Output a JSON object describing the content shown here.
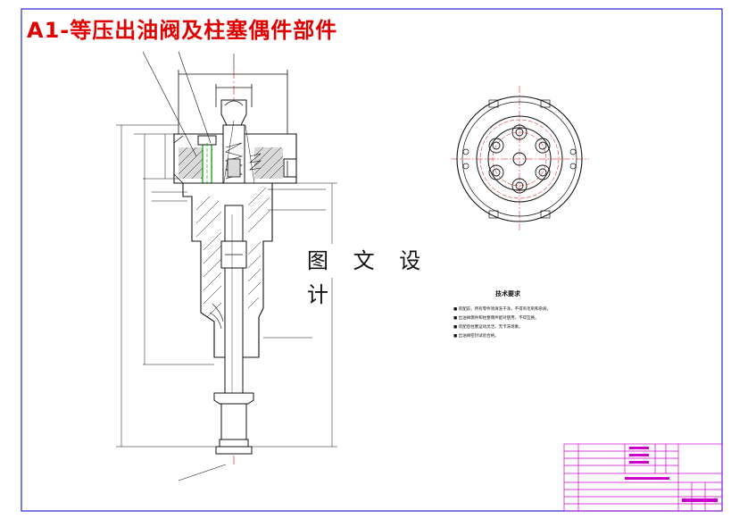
{
  "title": "A1-等压出油阀及柱塞偶件部件",
  "watermark": "图 文 设 计",
  "technical_requirements": {
    "heading": "技术要求",
    "items": [
      "■ 装配前，所有零件须清洗干净，不得有毛刺和杂质。",
      "■ 出油阀偶件和柱塞偶件配对使用，不得互换。",
      "■ 装配后柱塞运动灵活，无卡滞现象。",
      "■ 出油阀密封试验合格。"
    ]
  },
  "colors": {
    "border": "#2222cc",
    "title": "#e00000",
    "line": "#111111",
    "green": "#00a000",
    "red_center": "#e00000",
    "title_block": "#cc00cc"
  }
}
